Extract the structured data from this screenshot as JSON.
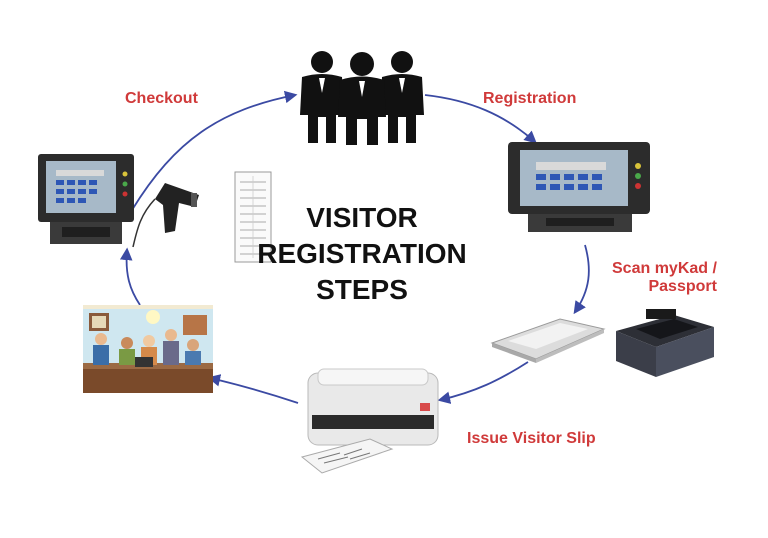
{
  "title": {
    "line1": "VISITOR",
    "line2": "REGISTRATION",
    "line3": "STEPS"
  },
  "steps": {
    "checkout": "Checkout",
    "registration": "Registration",
    "scan_line1": "Scan myKad /",
    "scan_line2": "Passport",
    "issue_slip": "Issue Visitor Slip"
  },
  "colors": {
    "label": "#d03a3a",
    "arrow": "#3b4aa3"
  },
  "icons": [
    "visitors-group-icon",
    "kiosk-terminal-icon",
    "id-scanner-icon",
    "passport-reader-icon",
    "label-printer-icon",
    "office-meeting-illustration",
    "barcode-scanner-icon",
    "visitor-slip-icon"
  ]
}
